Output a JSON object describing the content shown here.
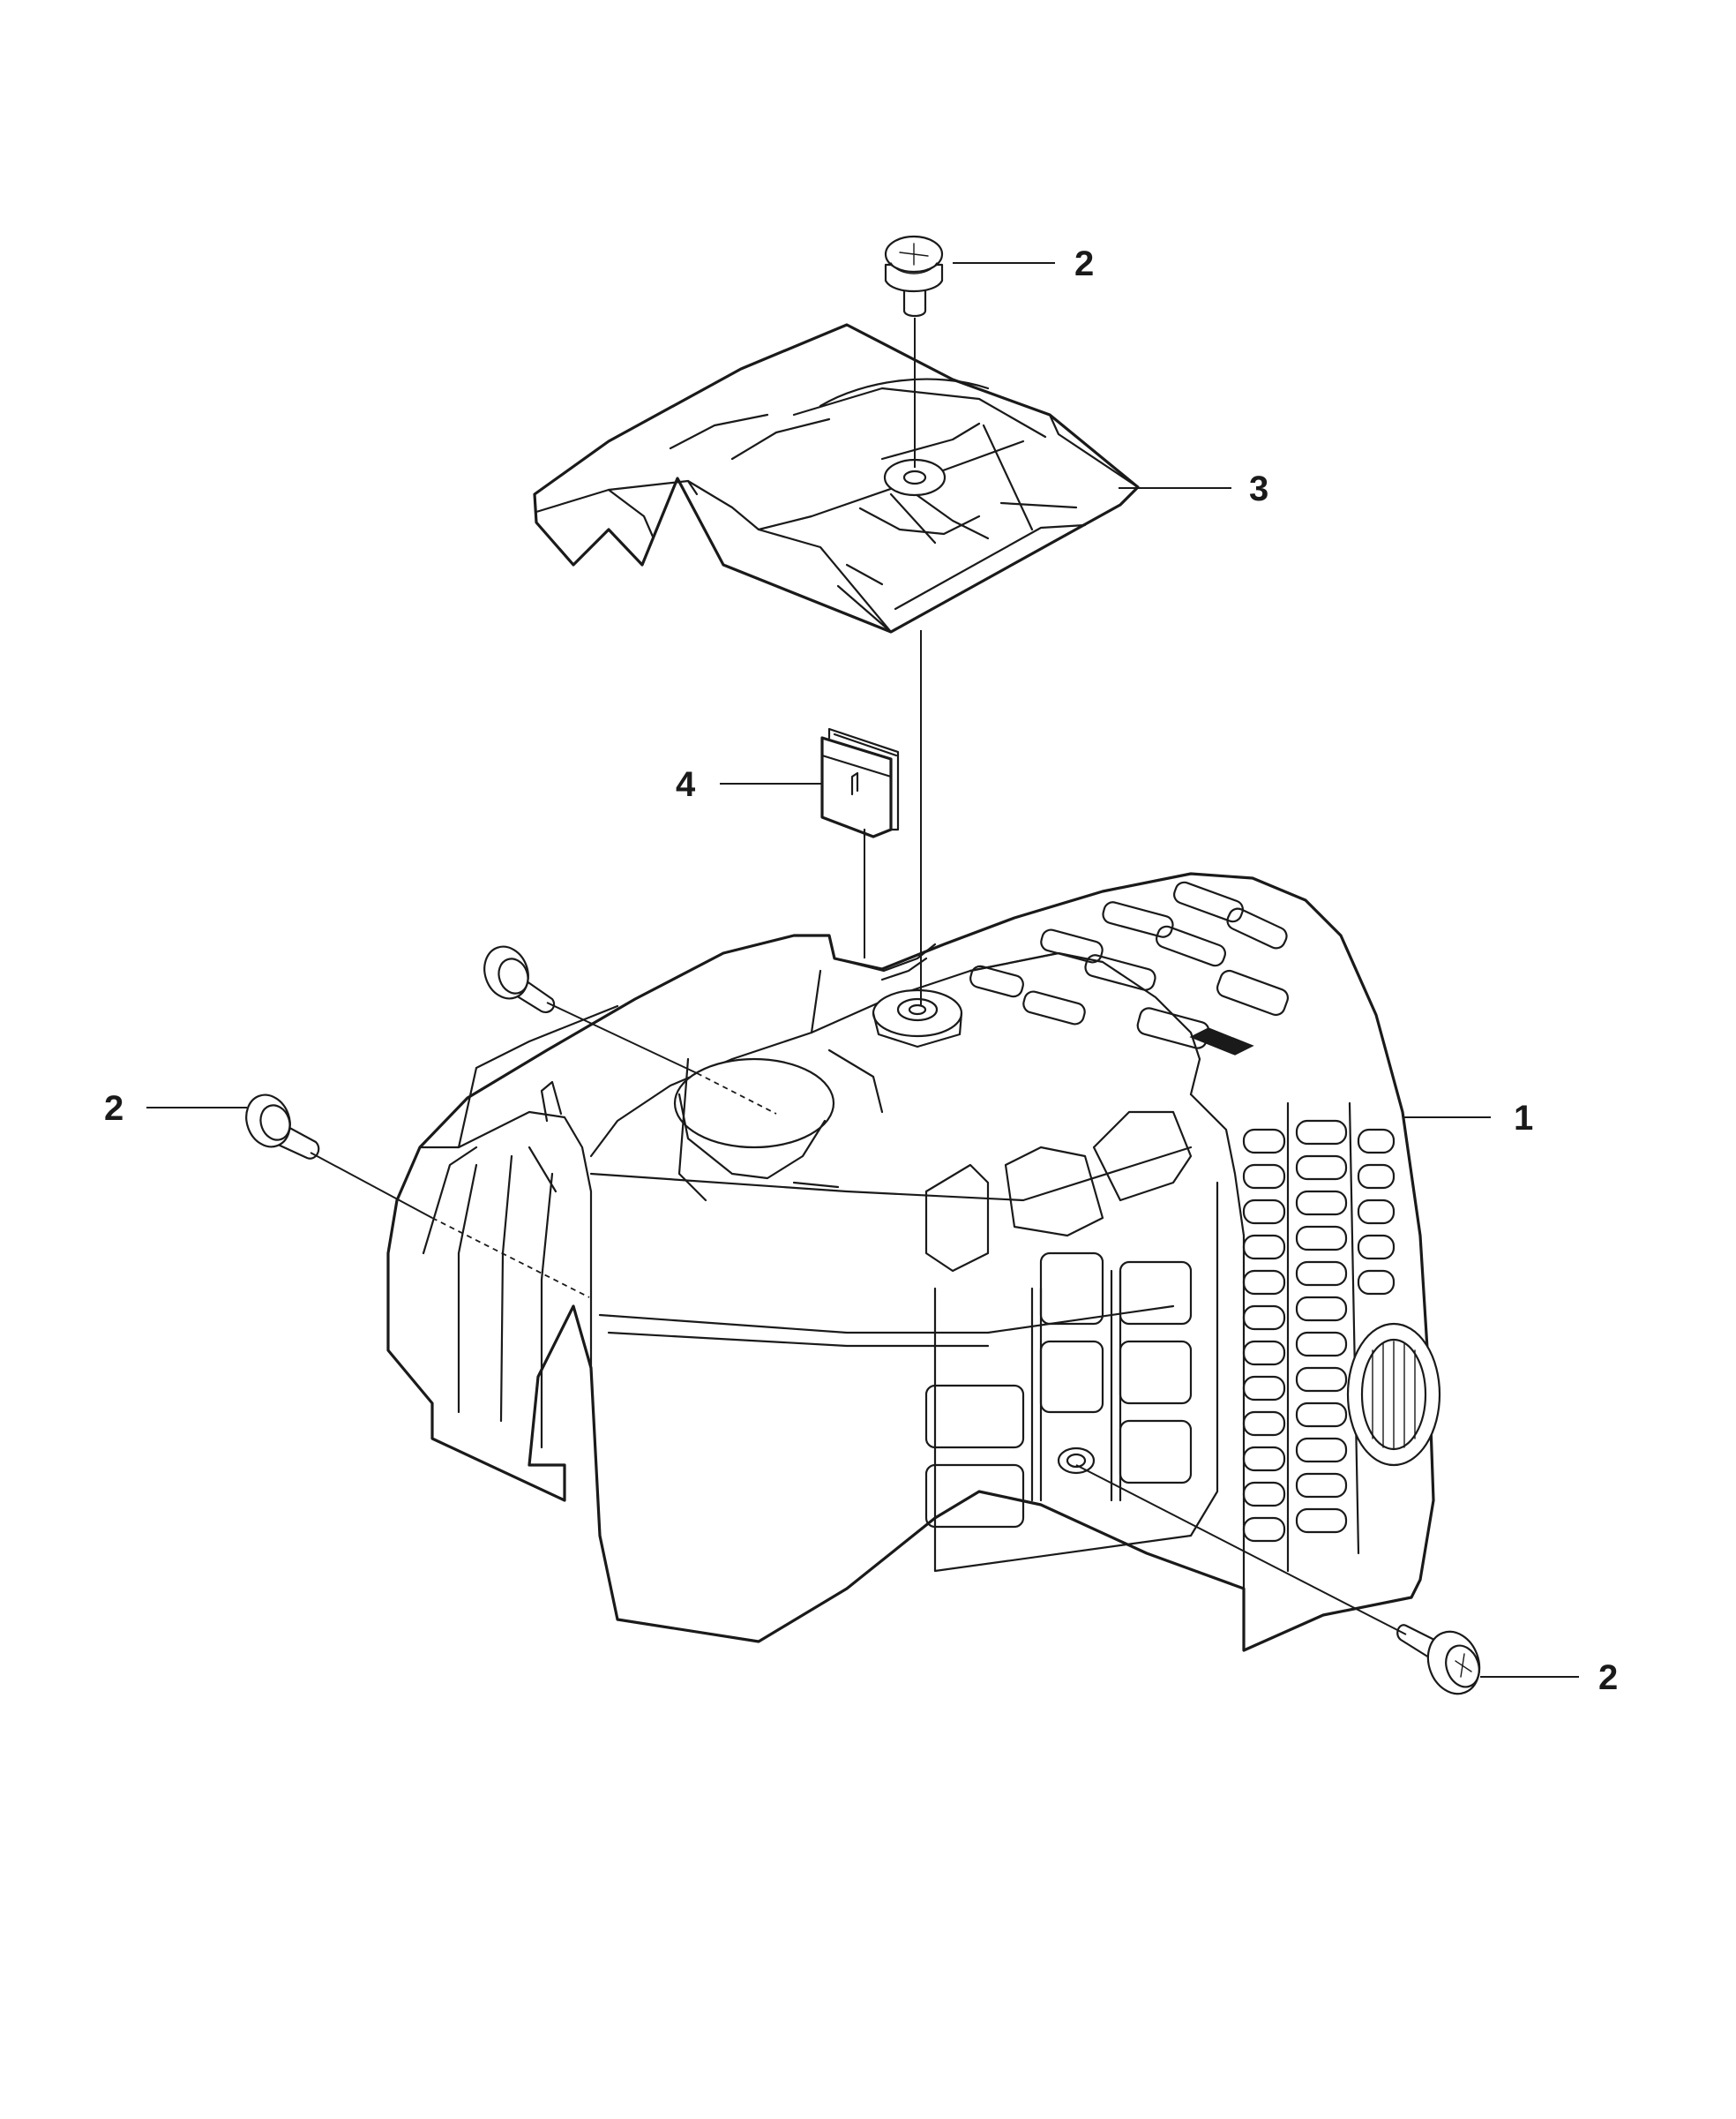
{
  "callouts": [
    {
      "id": "c1",
      "number": "1"
    },
    {
      "id": "c2a",
      "number": "2"
    },
    {
      "id": "c2b",
      "number": "2"
    },
    {
      "id": "c2c",
      "number": "2"
    },
    {
      "id": "c3",
      "number": "3"
    },
    {
      "id": "c4",
      "number": "4"
    }
  ],
  "parts": {
    "cylinder_cover": "cylinder-cover",
    "screw": "screw",
    "top_cover": "top-cover",
    "spark_plug_cap": "spark-plug-cap"
  }
}
